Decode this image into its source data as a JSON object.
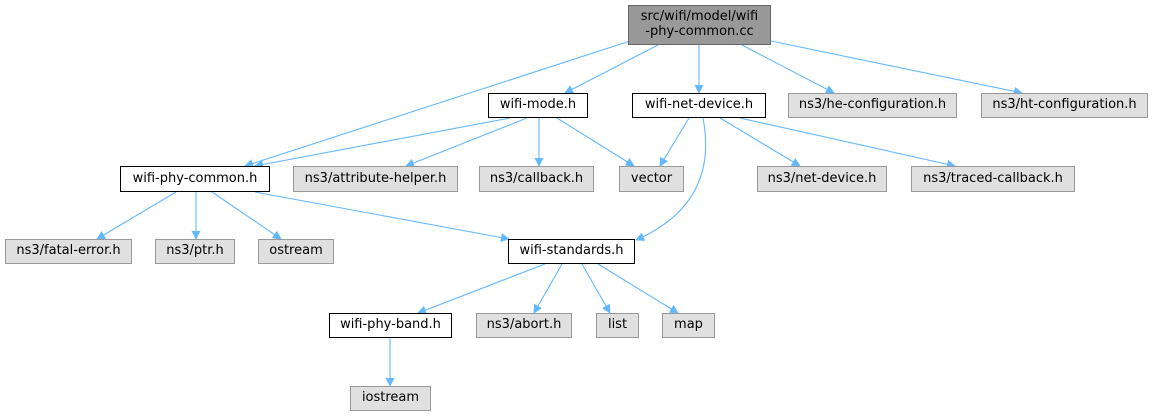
{
  "colors": {
    "edge": "#63b8ff",
    "root_fill": "#999999",
    "root_border": "#666666",
    "doc_fill": "#ffffff",
    "doc_border": "#000000",
    "ext_fill": "#e0e0e0",
    "ext_border": "#999999"
  },
  "nodes": {
    "root": "src/wifi/model/wifi\n-phy-common.cc",
    "wifi_mode": "wifi-mode.h",
    "wifi_net_device": "wifi-net-device.h",
    "he_config": "ns3/he-configuration.h",
    "ht_config": "ns3/ht-configuration.h",
    "wifi_phy_common": "wifi-phy-common.h",
    "attribute_helper": "ns3/attribute-helper.h",
    "callback": "ns3/callback.h",
    "vector": "vector",
    "net_device": "ns3/net-device.h",
    "traced_callback": "ns3/traced-callback.h",
    "fatal_error": "ns3/fatal-error.h",
    "ptr": "ns3/ptr.h",
    "ostream": "ostream",
    "wifi_standards": "wifi-standards.h",
    "wifi_phy_band": "wifi-phy-band.h",
    "abort": "ns3/abort.h",
    "list": "list",
    "map": "map",
    "iostream": "iostream"
  }
}
